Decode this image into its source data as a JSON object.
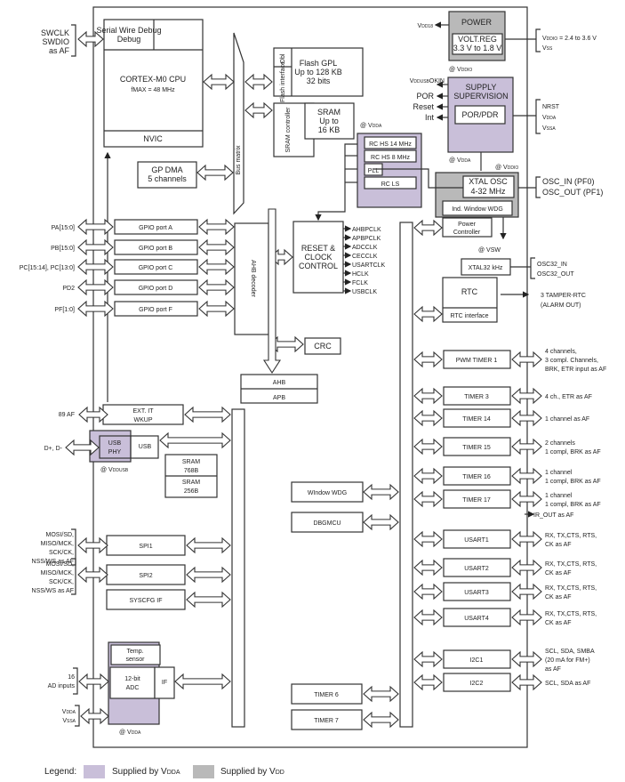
{
  "diagram": {
    "title": "STM32F0 series block diagram",
    "cpu": {
      "debug": "Serial Wire Debug",
      "core": "CORTEX-M0 CPU",
      "fmax": "fMAX = 48 MHz",
      "nvic": "NVIC"
    },
    "bus_matrix": "Bus matrix",
    "flash": {
      "obl": "Obl",
      "interface": "Flash interface",
      "l1": "Flash GPL",
      "l2": "Up to 128 KB",
      "l3": "32 bits"
    },
    "sram": {
      "controller": "SRAM controller",
      "l1": "SRAM",
      "l2": "Up to",
      "l3": "16 KB"
    },
    "gp_dma": {
      "l1": "GP DMA",
      "l2": "5 channels"
    },
    "gpio": [
      {
        "pin": "PA[15:0]",
        "label": "GPIO port A"
      },
      {
        "pin": "PB[15:0]",
        "label": "GPIO port B"
      },
      {
        "pin": "PC[15:14], PC[13:0]",
        "label": "GPIO port C"
      },
      {
        "pin": "PD2",
        "label": "GPIO port D"
      },
      {
        "pin": "PF[1:0]",
        "label": "GPIO port F"
      }
    ],
    "ahb_decoder": "AHB decoder",
    "rcc": {
      "l1": "RESET &",
      "l2": "CLOCK",
      "l3": "CONTROL",
      "clocks": [
        "AHBPCLK",
        "APBPCLK",
        "ADCCLK",
        "CECCLK",
        "USARTCLK",
        "HCLK",
        "FCLK",
        "USBCLK"
      ]
    },
    "crc": "CRC",
    "ahb": "AHB",
    "apb": "APB",
    "power": {
      "title": "POWER",
      "reg1": "VOLT.REG",
      "reg2": "3.3 V to 1.8 V",
      "vdd18": "VDD18",
      "at": "@ VDDIO",
      "ext1": "VDDIO = 2.4 to 3.6 V",
      "ext2": "VSS"
    },
    "supply": {
      "l1": "SUPPLY",
      "l2": "SUPERVISION",
      "por_pdr": "POR/PDR",
      "at": "@ VDDA",
      "outputs": [
        "VDDUSBOKIN",
        "POR",
        "Reset",
        "Int"
      ],
      "ext": [
        "NRST",
        "VDDA",
        "VSSA"
      ]
    },
    "rc": {
      "at": "@ VDDA",
      "items": [
        "RC HS 14 MHz",
        "RC HS 8 MHz",
        "PLL",
        "RC LS"
      ]
    },
    "xtal": {
      "at": "@ VDDIO",
      "l1": "XTAL OSC",
      "l2": "4-32 MHz",
      "wdg": "Ind. Window WDG",
      "ext": [
        "OSC_IN (PF0)",
        "OSC_OUT (PF1)"
      ]
    },
    "power_ctrl": {
      "l1": "Power",
      "l2": "Controller"
    },
    "vsw": "@ VSW",
    "rtc": {
      "xtal32": "XTAL32 kHz",
      "ext": [
        "OSC32_IN",
        "OSC32_OUT"
      ],
      "rtc": "RTC",
      "iface": "RTC interface",
      "tamper1": "3 TAMPER-RTC",
      "tamper2": "(ALARM OUT)"
    },
    "right_periph": [
      {
        "label": "PWM TIMER 1",
        "af": [
          "4 channels,",
          "3 compl. Channels,",
          "BRK, ETR input as AF"
        ]
      },
      {
        "label": "TIMER 3",
        "af": [
          "4 ch., ETR as AF"
        ]
      },
      {
        "label": "TIMER 14",
        "af": [
          "1 channel as AF"
        ]
      },
      {
        "label": "TIMER 15",
        "af": [
          "2 channels",
          "1 compl, BRK as AF"
        ]
      },
      {
        "label": "TIMER 16",
        "af": [
          "1 channel",
          "1 compl, BRK as AF"
        ]
      },
      {
        "label": "TIMER 17",
        "af": [
          "1 channel",
          "1 compl, BRK as AF"
        ]
      },
      {
        "label": "USART1",
        "af": [
          "RX, TX,CTS, RTS,",
          "CK as AF"
        ]
      },
      {
        "label": "USART2",
        "af": [
          "RX, TX,CTS, RTS,",
          "CK as AF"
        ]
      },
      {
        "label": "USART3",
        "af": [
          "RX, TX,CTS, RTS,",
          "CK as AF"
        ]
      },
      {
        "label": "USART4",
        "af": [
          "RX, TX,CTS, RTS,",
          "CK as AF"
        ]
      },
      {
        "label": "I2C1",
        "af": [
          "SCL, SDA, SMBA",
          "(20 mA for FM+)",
          "as AF"
        ]
      },
      {
        "label": "I2C2",
        "af": [
          "SCL, SDA as AF"
        ]
      }
    ],
    "ir_out": "IR_OUT as AF",
    "swd_pins": [
      "SWCLK",
      "SWDIO",
      "as AF"
    ],
    "ext_it": {
      "pin": "89 AF",
      "l1": "EXT. IT",
      "l2": "WKUP"
    },
    "usb": {
      "pin": "D+, D-",
      "phy1": "USB",
      "phy2": "PHY",
      "usb": "USB",
      "at": "@ VDDUSB",
      "sram1a": "SRAM",
      "sram1b": "768B",
      "sram2a": "SRAM",
      "sram2b": "256B"
    },
    "spi_pins": [
      "MOSI/SD,",
      "MISO/MCK,",
      "SCK/CK,",
      "NSS/WS as AF"
    ],
    "spi1": "SPI1",
    "spi2": "SPI2",
    "syscfg": "SYSCFG IF",
    "window_wdg": "WIndow WDG",
    "dbgmcu": "DBGMCU",
    "timer6": "TIMER 6",
    "timer7": "TIMER 7",
    "adc": {
      "pins1": "16",
      "pins2": "AD inputs",
      "temp1": "Temp.",
      "temp2": "sensor",
      "adc1": "12-bit",
      "adc2": "ADC",
      "if": "IF",
      "vdda": "VDDA",
      "vssa": "VSSA",
      "at": "@ VDDA"
    },
    "legend": {
      "label": "Legend:",
      "vdda": "Supplied by VDDA",
      "vdd": "Supplied by VDD",
      "vdda_color": "#c9bfd9",
      "vdd_color": "#b9b9b9"
    }
  }
}
